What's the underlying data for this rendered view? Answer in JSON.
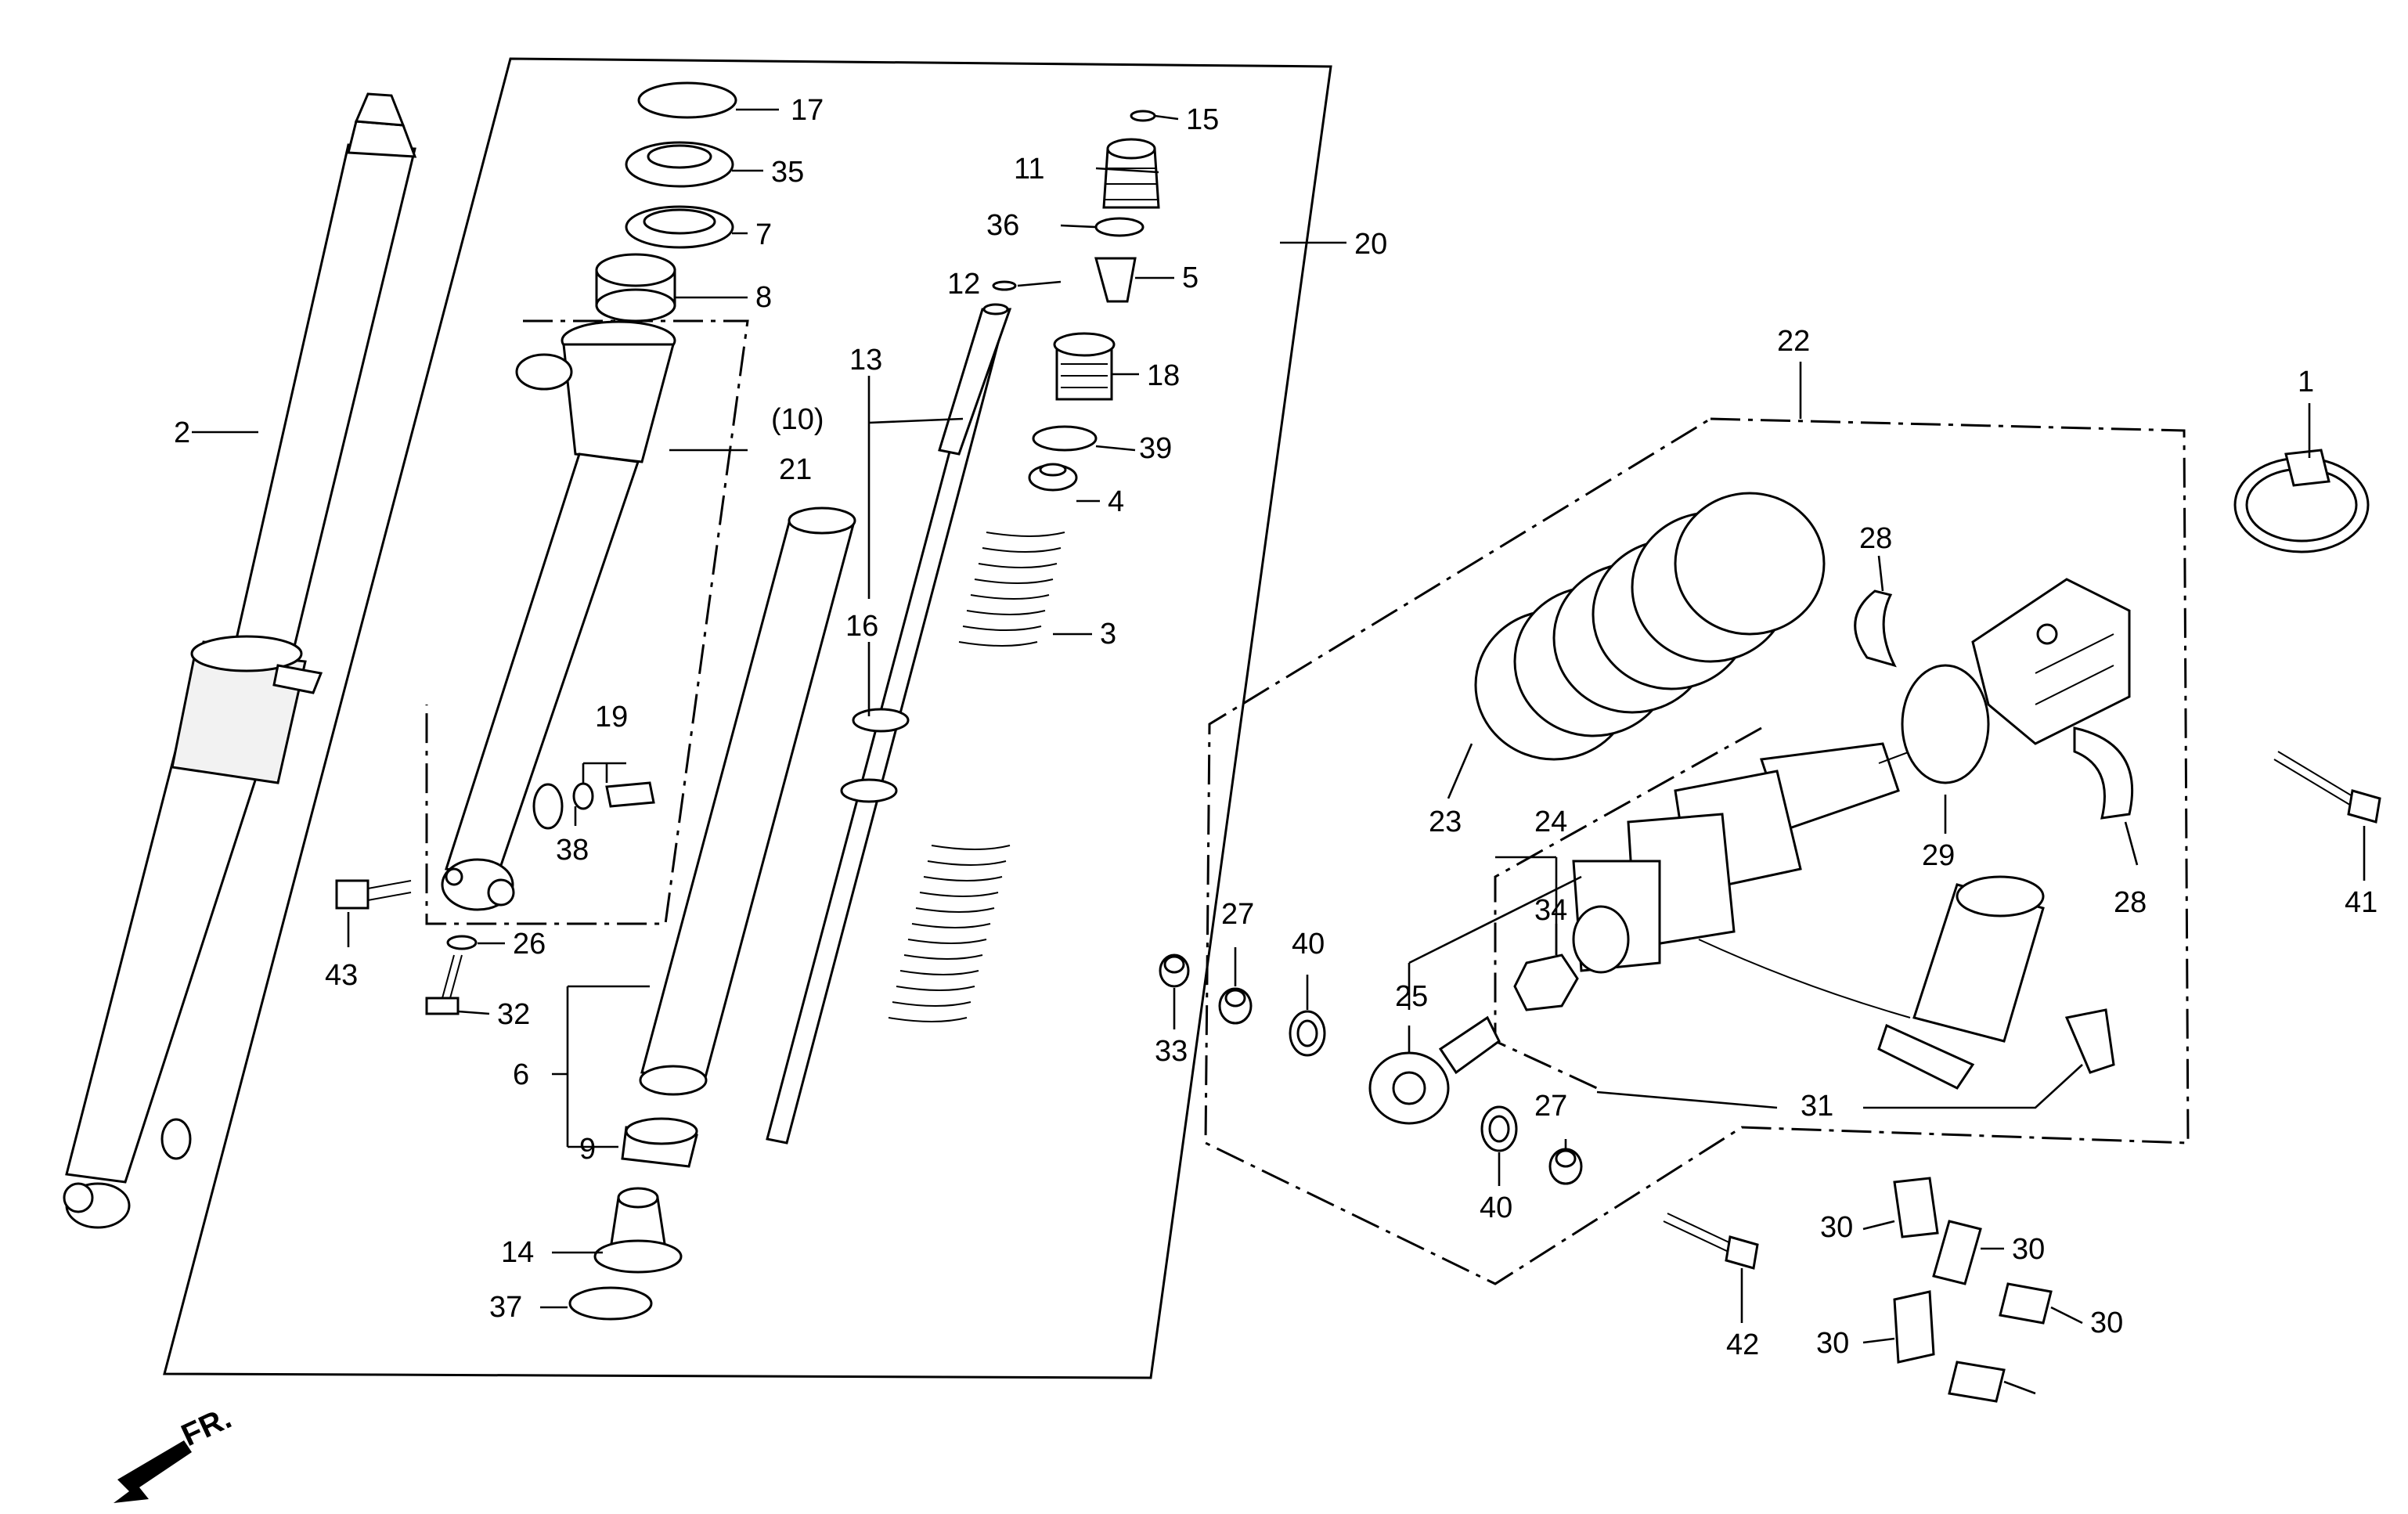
{
  "figure": {
    "direction_label": "FR."
  },
  "labels": {
    "p1": "1",
    "p2": "2",
    "p3": "3",
    "p4": "4",
    "p5": "5",
    "p6": "6",
    "p7": "7",
    "p8": "8",
    "p9": "9",
    "p10": "(10)",
    "p11": "11",
    "p12": "12",
    "p13": "13",
    "p14": "14",
    "p15": "15",
    "p16": "16",
    "p17": "17",
    "p18": "18",
    "p19": "19",
    "p20": "20",
    "p21": "21",
    "p22": "22",
    "p23": "23",
    "p24": "24",
    "p25": "25",
    "p26": "26",
    "p27a": "27",
    "p27b": "27",
    "p28a": "28",
    "p28b": "28",
    "p29": "29",
    "p30a": "30",
    "p30b": "30",
    "p30c": "30",
    "p30d": "30",
    "p31": "31",
    "p32": "32",
    "p33": "33",
    "p34": "34",
    "p35": "35",
    "p36": "36",
    "p37": "37",
    "p38": "38",
    "p39": "39",
    "p40a": "40",
    "p40b": "40",
    "p41": "41",
    "p42": "42",
    "p43": "43"
  },
  "icons": {
    "direction_arrow": "arrow-front-icon"
  }
}
